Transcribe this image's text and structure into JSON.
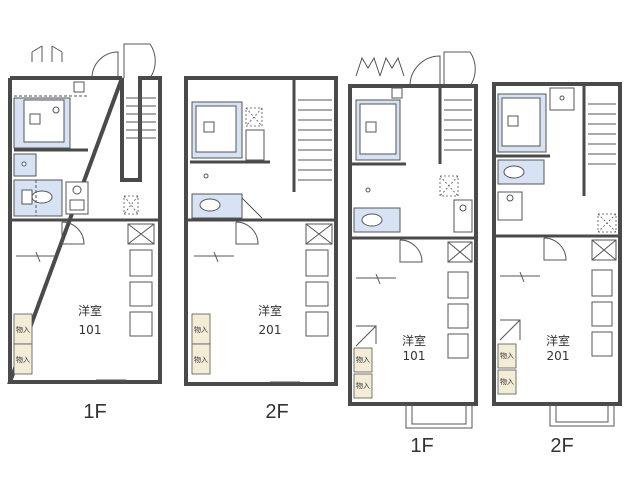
{
  "plans": [
    {
      "room_type": "洋室",
      "room_number": "101",
      "storage_label": "物入",
      "floor": "1F"
    },
    {
      "room_type": "洋室",
      "room_number": "201",
      "storage_label": "物入",
      "floor": "2F"
    },
    {
      "room_type": "洋室",
      "room_number": "101",
      "storage_label": "物入",
      "floor": "1F"
    },
    {
      "room_type": "洋室",
      "room_number": "201",
      "storage_label": "物入",
      "floor": "2F"
    }
  ]
}
